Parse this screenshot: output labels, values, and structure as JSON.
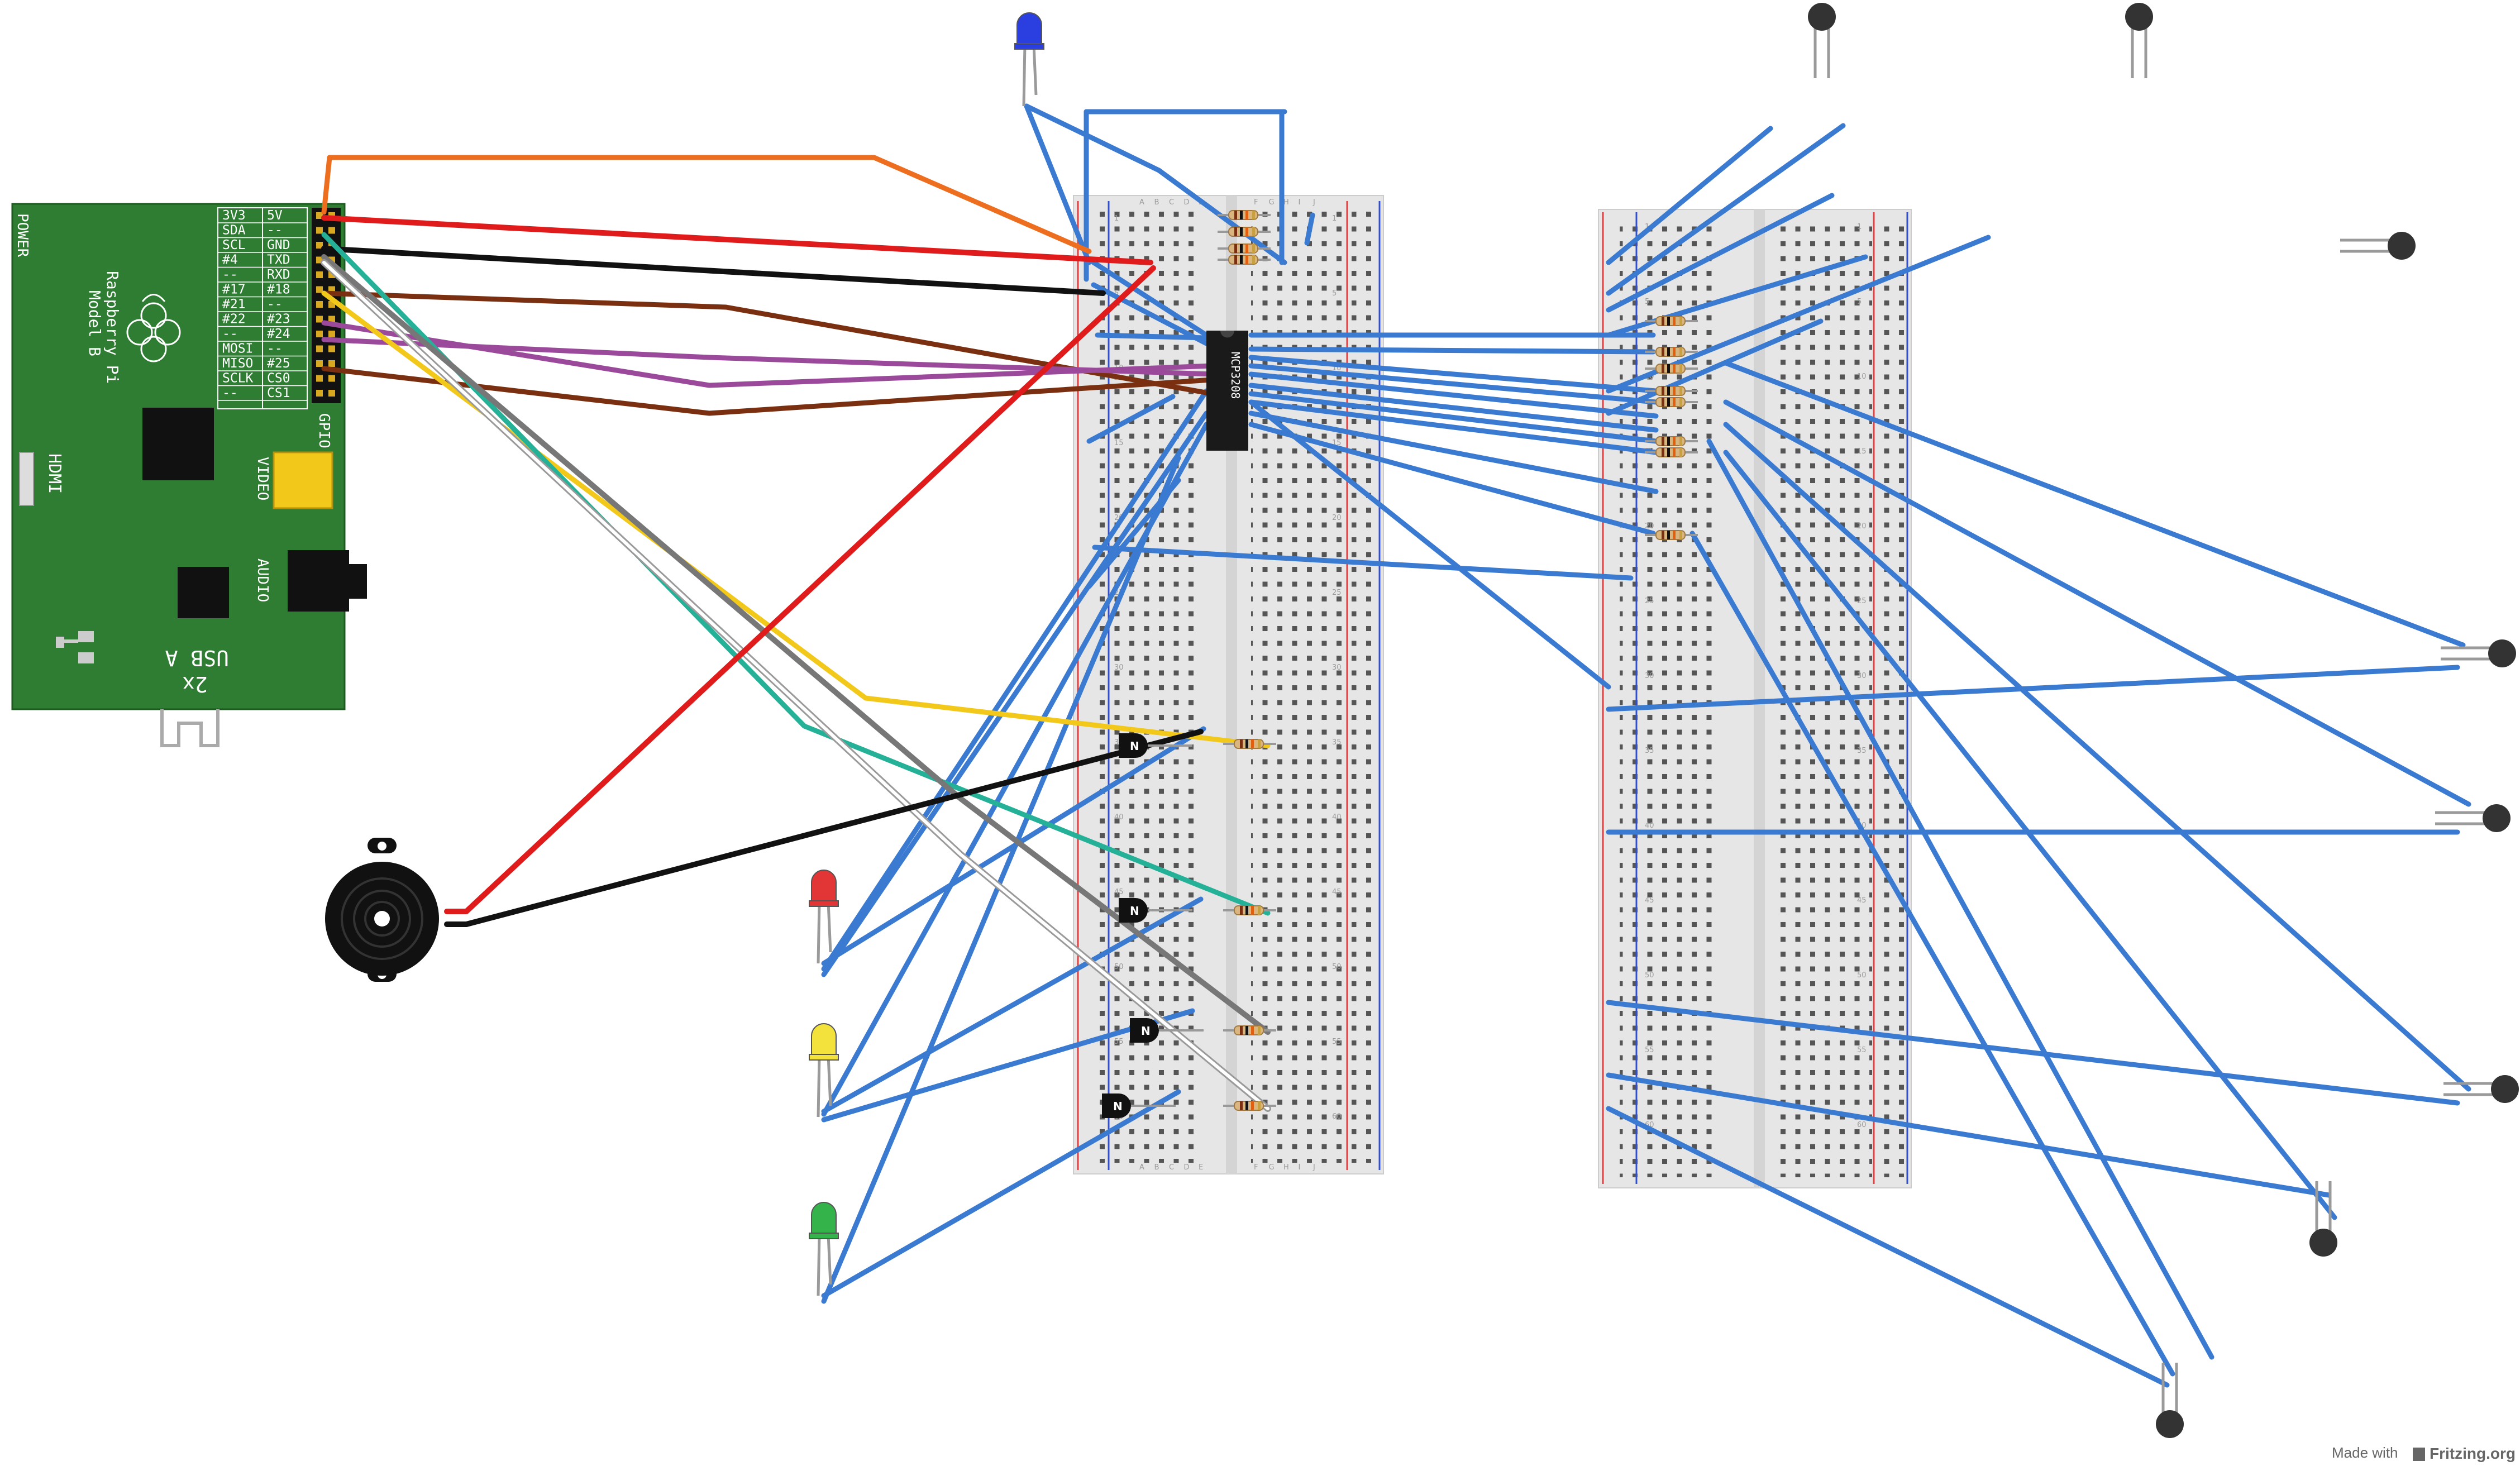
{
  "pi": {
    "power_label": "POWER",
    "name_line1": "Raspberry Pi",
    "name_line2": "Model B",
    "hdmi_label": "HDMI",
    "video_label": "VIDEO",
    "audio_label": "AUDIO",
    "usb_label": "USB A",
    "usb_count": "2x",
    "gpio_label": "GPIO",
    "pins_left": [
      "3V3",
      "SDA",
      "SCL",
      "#4",
      "--",
      "#17",
      "#21",
      "#22",
      "--",
      "MOSI",
      "MISO",
      "SCLK",
      "--"
    ],
    "pins_right": [
      "5V",
      "--",
      "GND",
      "TXD",
      "RXD",
      "#18",
      "--",
      "#23",
      "#24",
      "--",
      "#25",
      "CS0",
      "CS1"
    ]
  },
  "chip": {
    "label": "MCP3208"
  },
  "breadboard": {
    "col_letters_left": [
      "A",
      "B",
      "C",
      "D",
      "E"
    ],
    "col_letters_right": [
      "F",
      "G",
      "H",
      "I",
      "J"
    ],
    "row_numbers": [
      "1",
      "5",
      "10",
      "15",
      "20",
      "25",
      "30",
      "35",
      "40",
      "45",
      "50",
      "55",
      "60"
    ]
  },
  "credit": {
    "prefix": "Made with",
    "brand": "Fritzing.org"
  },
  "colors": {
    "pi_board": "#2e7d32",
    "breadboard": "#e6e6e6",
    "jumper": "#3a7ad1",
    "wire_red": "#e01b1b",
    "wire_black": "#111111",
    "wire_orange": "#ee6e1f",
    "wire_brown": "#7a3010",
    "wire_purple": "#9b4a9b",
    "wire_yellow": "#f2c81a",
    "wire_teal": "#25b197",
    "wire_gray": "#777777",
    "wire_white": "#ffffff"
  },
  "leds": [
    {
      "name": "blue-led",
      "color": "#2b3fe0"
    },
    {
      "name": "red-led",
      "color": "#e23636"
    },
    {
      "name": "yellow-led",
      "color": "#f3e23c"
    },
    {
      "name": "green-led",
      "color": "#34b34a"
    }
  ]
}
